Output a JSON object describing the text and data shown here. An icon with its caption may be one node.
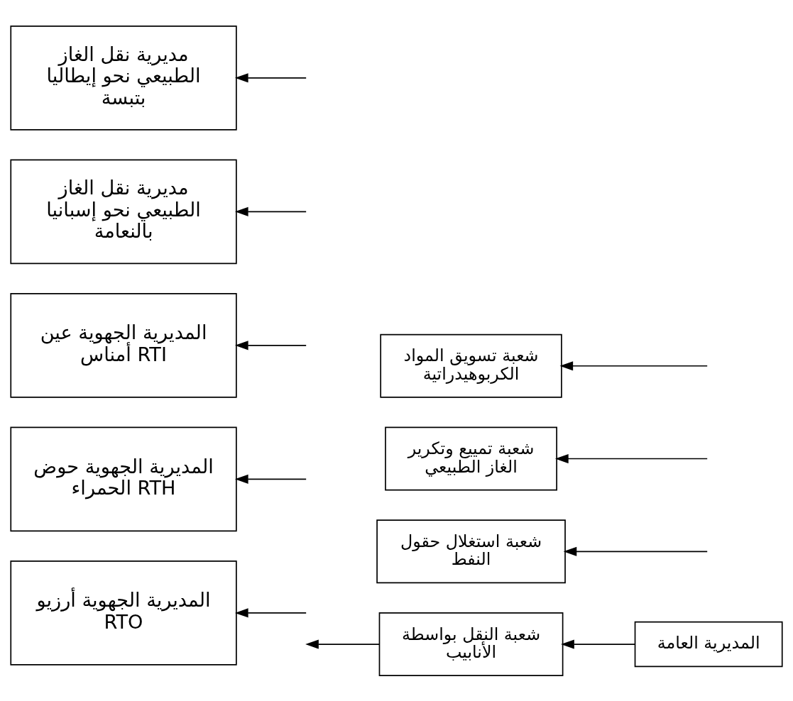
{
  "diagram": {
    "nodes": [
      {
        "text": [
          "المديرية العامة"
        ]
      },
      {
        "text": [
          "شعبة استغلال حقول النفط"
        ]
      },
      {
        "text": [
          "شعبة النقل بواسطة الأنابيب"
        ]
      },
      {
        "text": [
          "شعبة تمييع وتكرير الغاز الطبيعي"
        ]
      },
      {
        "text": [
          "شعبة تسويق المواد الكربوهيدراتية"
        ]
      },
      {
        "text": [
          "المديرية الجهوية أرزيو RTO"
        ]
      },
      {
        "text": [
          "المديرية الجهوية حوض الحمراء RTH"
        ]
      },
      {
        "text": [
          "المديرية الجهوية عين أمناس RTI"
        ]
      },
      {
        "text": [
          "مديرية نقل الغاز الطبيعي نحو إسبانيا بالنعامة"
        ]
      },
      {
        "text": [
          "مديرية نقل الغاز الطبيعي نحو إيطاليا بتبسة"
        ]
      }
    ],
    "edges": [
      {
        "from": null,
        "to": 1,
        "arrow": "to"
      },
      {
        "from": 0,
        "to": 2,
        "arrow": "to"
      },
      {
        "from": 2,
        "to": null,
        "arrow": "to"
      },
      {
        "from": null,
        "to": 3,
        "arrow": "to"
      },
      {
        "from": null,
        "to": 4,
        "arrow": "to"
      },
      {
        "from": null,
        "to": 5,
        "arrow": "to"
      },
      {
        "from": null,
        "to": 6,
        "arrow": "to"
      },
      {
        "from": null,
        "to": 7,
        "arrow": "to"
      },
      {
        "from": null,
        "to": 8,
        "arrow": "to"
      },
      {
        "from": null,
        "to": 9,
        "arrow": "to"
      }
    ]
  }
}
